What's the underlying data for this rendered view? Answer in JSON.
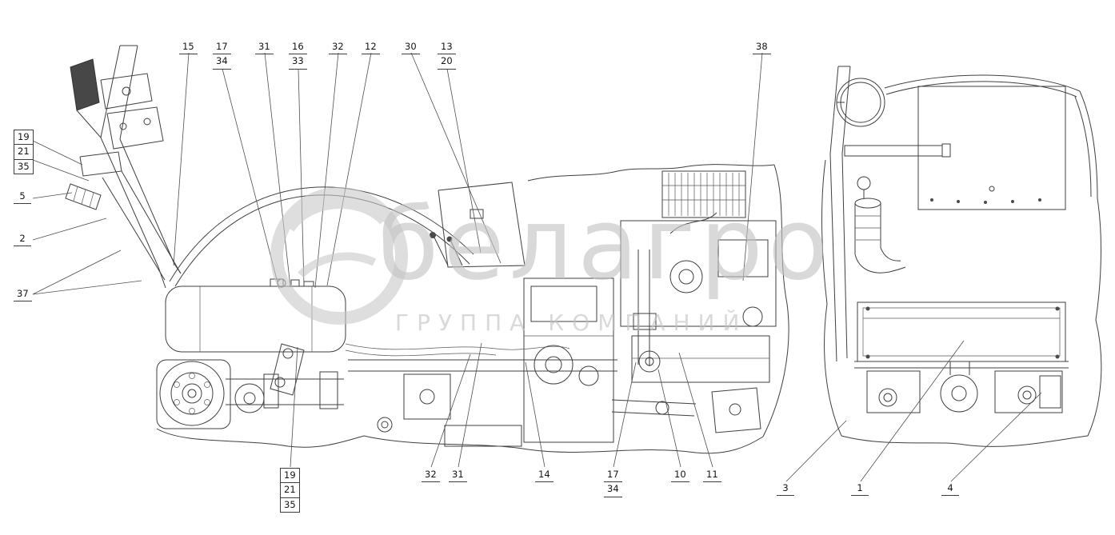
{
  "watermark": {
    "brand": "белагро",
    "subtitle": "ГРУППА КОМПАНИЙ",
    "color": "#c3c3c3"
  },
  "diagram": {
    "views": [
      "side-view",
      "rear-view"
    ]
  },
  "callouts": [
    {
      "name": "15",
      "labels": [
        "15"
      ],
      "leaders": [
        [
          236,
          66,
          217,
          332
        ]
      ]
    },
    {
      "name": "17-34-top",
      "labels": [
        "17",
        "34"
      ],
      "leaders": [
        [
          278,
          86,
          349,
          361
        ]
      ]
    },
    {
      "name": "31-top",
      "labels": [
        "31"
      ],
      "leaders": [
        [
          331,
          66,
          363,
          359
        ]
      ]
    },
    {
      "name": "16-33",
      "labels": [
        "16",
        "33"
      ],
      "leaders": [
        [
          373,
          86,
          380,
          357
        ]
      ]
    },
    {
      "name": "32-top",
      "labels": [
        "32"
      ],
      "leaders": [
        [
          423,
          66,
          394,
          360
        ]
      ]
    },
    {
      "name": "12",
      "labels": [
        "12"
      ],
      "leaders": [
        [
          464,
          66,
          409,
          357
        ]
      ]
    },
    {
      "name": "30",
      "labels": [
        "30"
      ],
      "leaders": [
        [
          514,
          66,
          626,
          329
        ]
      ]
    },
    {
      "name": "13-20",
      "labels": [
        "13",
        "20"
      ],
      "leaders": [
        [
          559,
          86,
          601,
          316
        ]
      ]
    },
    {
      "name": "38",
      "labels": [
        "38"
      ],
      "leaders": [
        [
          953,
          66,
          929,
          351
        ]
      ]
    },
    {
      "name": "19-21-35-left",
      "labels": [
        "19",
        "21",
        "35"
      ],
      "leaders": [
        [
          41,
          176,
          103,
          206
        ],
        [
          41,
          200,
          111,
          226
        ]
      ]
    },
    {
      "name": "5",
      "labels": [
        "5"
      ],
      "leaders": [
        [
          41,
          248,
          90,
          241
        ]
      ]
    },
    {
      "name": "2",
      "labels": [
        "2"
      ],
      "leaders": [
        [
          41,
          300,
          133,
          273
        ]
      ]
    },
    {
      "name": "37",
      "labels": [
        "37"
      ],
      "leaders": [
        [
          41,
          368,
          177,
          351
        ],
        [
          41,
          368,
          151,
          313
        ]
      ]
    },
    {
      "name": "19-21-35-bottom",
      "labels": [
        "19",
        "21",
        "35"
      ],
      "leaders": [
        [
          363,
          584,
          372,
          434
        ]
      ]
    },
    {
      "name": "32-bottom",
      "labels": [
        "32"
      ],
      "leaders": [
        [
          539,
          584,
          588,
          443
        ]
      ]
    },
    {
      "name": "31-bottom",
      "labels": [
        "31"
      ],
      "leaders": [
        [
          573,
          584,
          602,
          429
        ]
      ]
    },
    {
      "name": "14",
      "labels": [
        "14"
      ],
      "leaders": [
        [
          681,
          584,
          657,
          453
        ]
      ]
    },
    {
      "name": "17-34-bottom",
      "labels": [
        "17",
        "34"
      ],
      "leaders": [
        [
          767,
          584,
          795,
          453
        ]
      ]
    },
    {
      "name": "10",
      "labels": [
        "10"
      ],
      "leaders": [
        [
          851,
          584,
          823,
          462
        ]
      ]
    },
    {
      "name": "11",
      "labels": [
        "11"
      ],
      "leaders": [
        [
          891,
          584,
          849,
          441
        ]
      ]
    },
    {
      "name": "3",
      "labels": [
        "3"
      ],
      "leaders": [
        [
          983,
          602,
          1058,
          526
        ]
      ]
    },
    {
      "name": "1",
      "labels": [
        "1"
      ],
      "leaders": [
        [
          1076,
          602,
          1205,
          426
        ]
      ]
    },
    {
      "name": "4",
      "labels": [
        "4"
      ],
      "leaders": [
        [
          1189,
          602,
          1302,
          491
        ]
      ]
    }
  ]
}
